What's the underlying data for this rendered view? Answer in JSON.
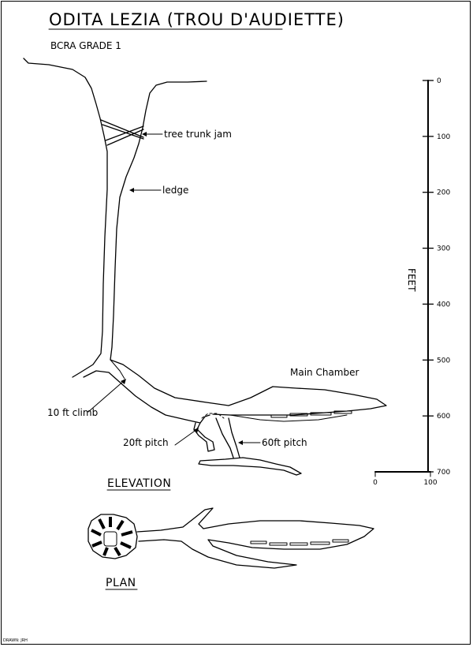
{
  "title": "ODITA LEZIA (TROU D'AUDIETTE)",
  "grade": "BCRA GRADE 1",
  "labels": {
    "tree_trunk_jam": "tree trunk jam",
    "ledge": "ledge",
    "main_chamber": "Main Chamber",
    "ten_ft_climb": "10 ft climb",
    "twenty_ft_pitch": "20ft pitch",
    "sixty_ft_pitch": "60ft pitch"
  },
  "views": {
    "elevation": "ELEVATION",
    "plan": "PLAN"
  },
  "depth_scale": {
    "unit": "FEET",
    "ticks": [
      "0",
      "100",
      "200",
      "300",
      "400",
      "500",
      "600",
      "700"
    ]
  },
  "width_scale": {
    "ticks": [
      "0",
      "100"
    ]
  },
  "credit": "DRAWN: JRH"
}
